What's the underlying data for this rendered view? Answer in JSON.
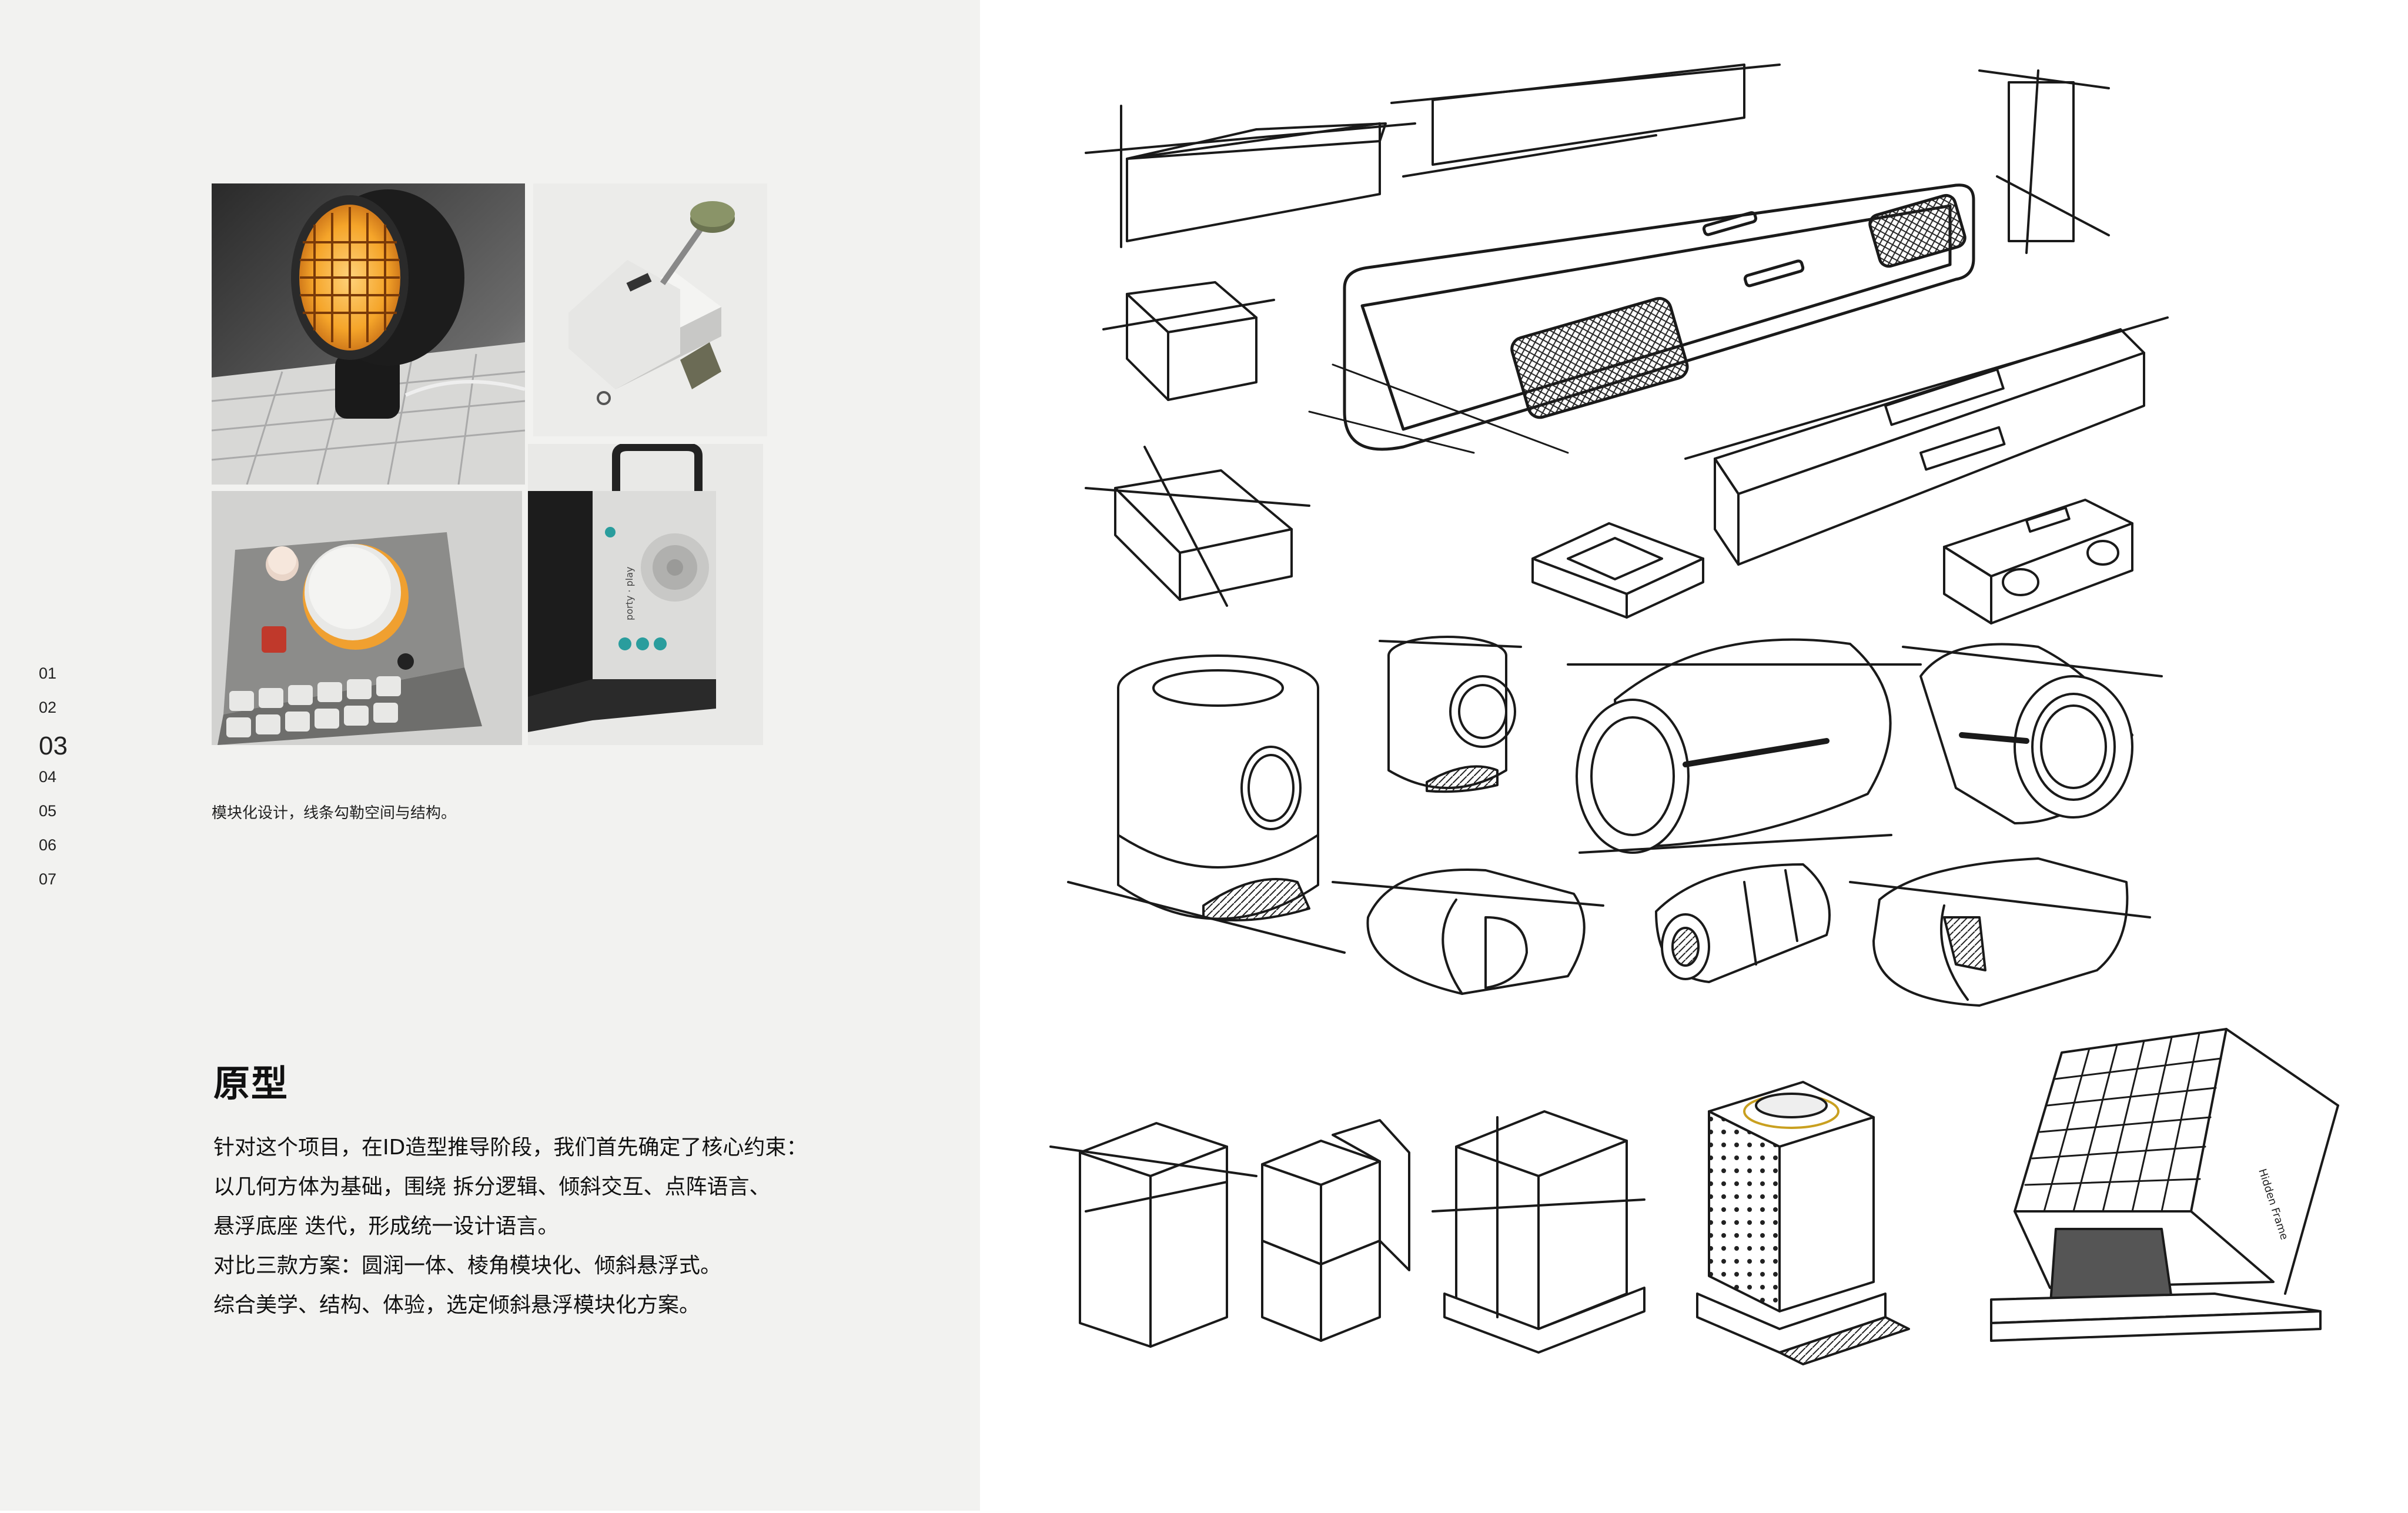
{
  "nav": {
    "pages": [
      "01",
      "02",
      "03",
      "04",
      "05",
      "06",
      "07"
    ],
    "active": "03"
  },
  "moodboard": {
    "caption": "模块化设计，线条勾勒空间与结构。",
    "speaker_brand": "porty · play"
  },
  "section": {
    "title": "原型",
    "paragraphs": [
      "针对这个项目，在ID造型推导阶段，我们首先确定了核心约束：",
      "以几何方体为基础，围绕 拆分逻辑、倾斜交互、点阵语言、",
      "悬浮底座 迭代，形成统一设计语言。",
      "对比三款方案：圆润一体、棱角模块化、倾斜悬浮式。",
      "综合美学、结构、体验，选定倾斜悬浮模块化方案。"
    ]
  },
  "sketch_annotation": "Hidden Frame",
  "colors": {
    "left_background": "#f2f2f0",
    "right_background": "#ffffff",
    "lamp_glow": "#f5a52a",
    "knob_ring": "#f0a030",
    "accent_red": "#c0392b",
    "accent_teal": "#2a9d9d",
    "sketch_stroke": "#1a1a1a"
  }
}
